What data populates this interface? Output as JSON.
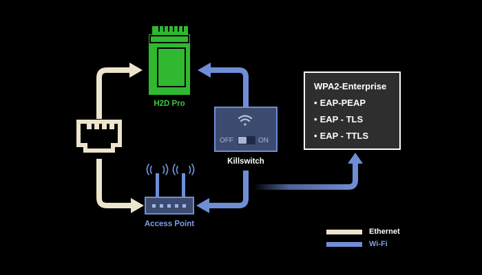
{
  "colors": {
    "background": "#000000",
    "ethernet": "#ece4cc",
    "wifi": "#6f8ed6",
    "device_green": "#2fb830",
    "label_green": "#3fc23f",
    "label_blue": "#7f9ee6",
    "box_fill": "#2e2e2e"
  },
  "nodes": {
    "printer": {
      "label": "H2D Pro",
      "icon": "h2d-pro-printer-icon"
    },
    "ethernet_port": {
      "icon": "ethernet-port-icon"
    },
    "killswitch": {
      "label": "Killswitch",
      "off_label": "OFF",
      "on_label": "ON",
      "icon": "wifi-icon",
      "switch_on": false
    },
    "access_point": {
      "label": "Access Point",
      "icon": "router-icon"
    }
  },
  "security_box": {
    "title": "WPA2-Enterprise",
    "items": [
      "EAP-PEAP",
      "EAP - TLS",
      "EAP - TTLS"
    ]
  },
  "legend": [
    {
      "label": "Ethernet",
      "color": "#ece4cc"
    },
    {
      "label": "Wi-Fi",
      "color": "#6f8ed6"
    }
  ]
}
